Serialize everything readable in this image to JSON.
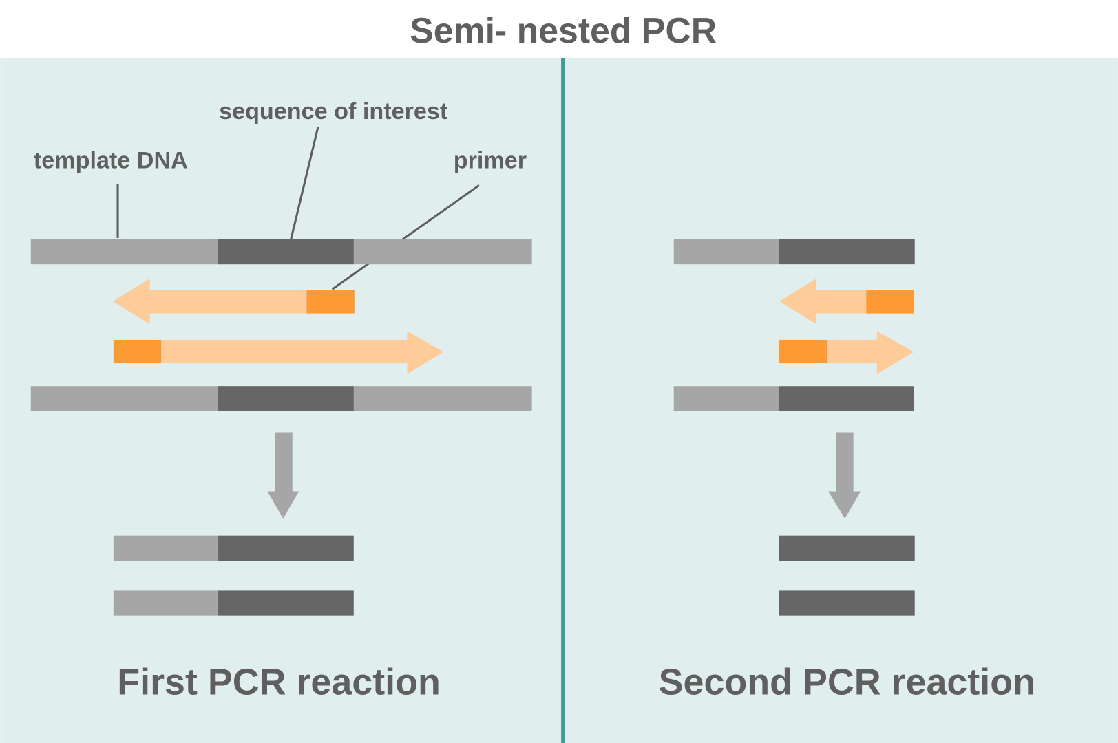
{
  "title": "Semi- nested PCR",
  "labels": {
    "sequence_of_interest": "sequence of interest",
    "template_dna": "template DNA",
    "primer": "primer"
  },
  "panels": {
    "first": "First PCR reaction",
    "second": "Second PCR reaction"
  },
  "colors": {
    "background": "#e0efee",
    "divider": "#3a9e9a",
    "template_dna": "#a6a6a6",
    "sequence_of_interest": "#666666",
    "primer": "#fe9a33",
    "extension": "#fdcc98",
    "text": "#5f5f5f"
  }
}
